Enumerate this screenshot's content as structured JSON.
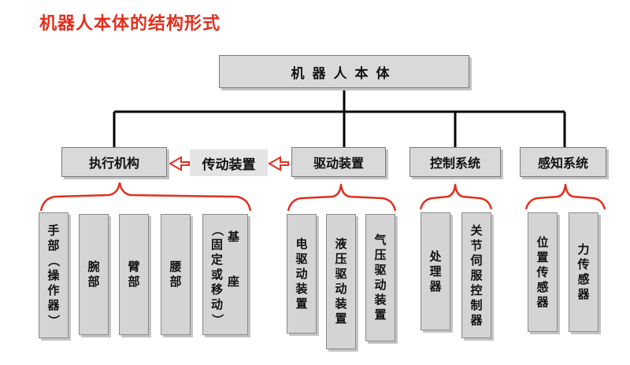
{
  "title": "机器人本体的结构形式",
  "root": "机器人本体",
  "level1": {
    "exec": "执行机构",
    "trans": "传动装置",
    "drive": "驱动装置",
    "ctrl": "控制系统",
    "sense": "感知系统"
  },
  "leaves": {
    "exec": [
      "手部（操作器）",
      "腕部",
      "臂部",
      "腰部",
      "基座（固定或移动）"
    ],
    "drive": [
      "电驱动装置",
      "液压驱动装置",
      "气压驱动装置"
    ],
    "ctrl": [
      "处理器",
      "关节伺服控制器"
    ],
    "sense": [
      "位置传感器",
      "力传感器"
    ]
  },
  "colors": {
    "accent": "#e0301e",
    "box": "#d9d9d9",
    "line": "#000000"
  }
}
